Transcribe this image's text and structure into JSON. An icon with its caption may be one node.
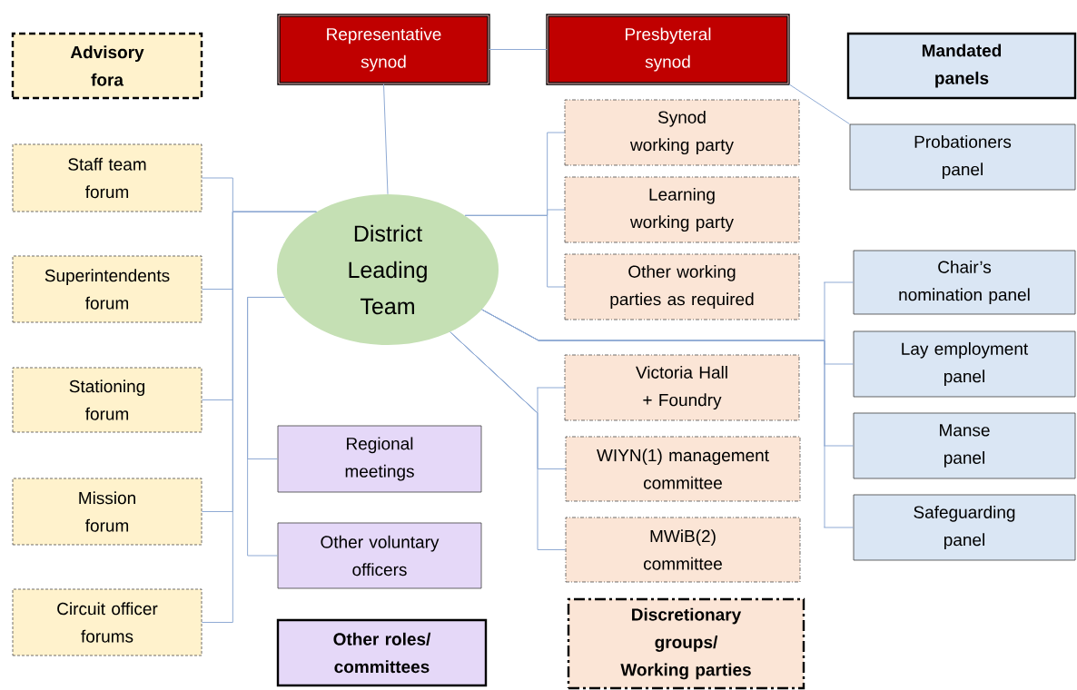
{
  "diagram": {
    "nodes": [
      {
        "text": [
          "Advisory fora"
        ]
      },
      {
        "text": [
          "Representative synod"
        ]
      },
      {
        "text": [
          "Presbyteral synod"
        ]
      },
      {
        "text": [
          "Mandated panels"
        ]
      },
      {
        "text": [
          "District Leading Team"
        ]
      },
      {
        "text": [
          "Staff team forum"
        ]
      },
      {
        "text": [
          "Synod working party"
        ]
      },
      {
        "text": [
          "Probationers panel"
        ]
      },
      {
        "text": [
          "Learning working party"
        ]
      },
      {
        "text": [
          "Superintendents forum"
        ]
      },
      {
        "text": [
          "Chair’s nomination panel"
        ]
      },
      {
        "text": [
          "Other working parties as required"
        ]
      },
      {
        "text": [
          "Lay employment panel"
        ]
      },
      {
        "text": [
          "Stationing forum"
        ]
      },
      {
        "text": [
          "Victoria Hall + Foundry"
        ]
      },
      {
        "text": [
          "Regional meetings"
        ]
      },
      {
        "text": [
          "WIYN(1) management committee"
        ]
      },
      {
        "text": [
          "Manse panel"
        ]
      },
      {
        "text": [
          "Mission forum"
        ]
      },
      {
        "text": [
          "Safeguarding panel"
        ]
      },
      {
        "text": [
          "Other voluntary officers"
        ]
      },
      {
        "text": [
          "MWiB(2) committee"
        ]
      },
      {
        "text": [
          "Circuit officer forums"
        ]
      },
      {
        "text": [
          "Other roles/ committees"
        ]
      },
      {
        "text": [
          "Discretionary groups/ Working parties"
        ]
      }
    ],
    "edges": [
      {
        "from": 1,
        "to": 2,
        "arrow": "none"
      },
      {
        "from": 1,
        "to": 4,
        "arrow": "none"
      },
      {
        "from": 2,
        "to": 7,
        "arrow": "none"
      },
      {
        "from": 4,
        "to": 5,
        "arrow": "none"
      },
      {
        "from": 4,
        "to": 9,
        "arrow": "none"
      },
      {
        "from": 4,
        "to": 13,
        "arrow": "none"
      },
      {
        "from": 4,
        "to": 18,
        "arrow": "none"
      },
      {
        "from": 4,
        "to": 22,
        "arrow": "none"
      },
      {
        "from": 4,
        "to": 6,
        "arrow": "none"
      },
      {
        "from": 4,
        "to": 8,
        "arrow": "none"
      },
      {
        "from": 4,
        "to": 11,
        "arrow": "none"
      },
      {
        "from": 4,
        "to": 15,
        "arrow": "none"
      },
      {
        "from": 4,
        "to": 20,
        "arrow": "none"
      },
      {
        "from": 4,
        "to": 14,
        "arrow": "none"
      },
      {
        "from": 4,
        "to": 16,
        "arrow": "none"
      },
      {
        "from": 4,
        "to": 21,
        "arrow": "none"
      },
      {
        "from": 4,
        "to": 10,
        "arrow": "none"
      },
      {
        "from": 4,
        "to": 12,
        "arrow": "none"
      },
      {
        "from": 4,
        "to": 17,
        "arrow": "none"
      },
      {
        "from": 4,
        "to": 19,
        "arrow": "none"
      }
    ]
  }
}
